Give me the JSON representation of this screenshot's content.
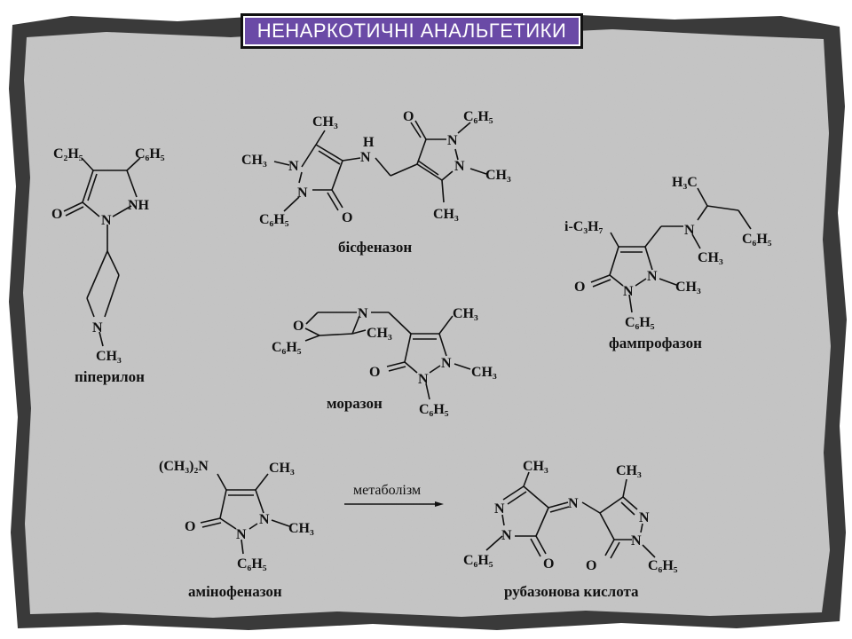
{
  "title": "НЕНАРКОТИЧНІ АНАЛЬГЕТИКИ",
  "colors": {
    "title_bg": "#6a4aa6",
    "paper": "#c6c6c6",
    "border": "#111111"
  },
  "compounds": {
    "piperylon": {
      "name": "піперилон",
      "labels": {
        "c2h5": "C₂H₅",
        "c6h5": "C₆H₅",
        "o": "O",
        "nh": "NH",
        "n1": "N",
        "n2": "N",
        "ch3": "CH₃"
      }
    },
    "bisfenazon": {
      "name": "бісфеназон",
      "labels": {
        "ch3_top": "CH₃",
        "ch3_left": "CH₃",
        "n_a": "N",
        "n_b": "N",
        "c6h5_left": "C₆H₅",
        "o_left": "O",
        "h": "H",
        "n_link": "N",
        "o_right": "O",
        "c6h5_right": "C₆H₅",
        "n_c": "N",
        "n_d": "N",
        "ch3_right": "CH₃",
        "ch3_bottom": "CH₃"
      }
    },
    "famprofazon": {
      "name": "фампрофазон",
      "labels": {
        "h3c": "H₃C",
        "n_amine": "N",
        "c6h5_side": "C₆H₅",
        "ch3_amine": "CH₃",
        "ic3h7": "i-C₃H₇",
        "o": "O",
        "n_a": "N",
        "n_b": "N",
        "ch3_ring": "CH₃",
        "c6h5_ring": "C₆H₅"
      }
    },
    "morazon": {
      "name": "моразон",
      "labels": {
        "o_ring": "O",
        "n_ring": "N",
        "ch3_morph": "CH₃",
        "c6h5_morph": "C₆H₅",
        "ch3_top": "CH₃",
        "n_a": "N",
        "n_b": "N",
        "ch3_right": "CH₃",
        "o": "O",
        "c6h5": "C₆H₅"
      }
    },
    "aminofenazon": {
      "name": "амінофеназон",
      "labels": {
        "nme2": "(CH₃)₂N",
        "ch3_top": "CH₃",
        "o": "O",
        "n_a": "N",
        "n_b": "N",
        "ch3_right": "CH₃",
        "c6h5": "C₆H₅"
      }
    },
    "rubazonic": {
      "name": "рубазонова кислота",
      "labels": {
        "ch3_left": "CH₃",
        "ch3_right": "CH₃",
        "n_left_a": "N",
        "n_left_b": "N",
        "n_bridge": "N",
        "n_right_a": "N",
        "n_right_b": "N",
        "c6h5_left": "C₆H₅",
        "o_left": "O",
        "o_right": "O",
        "c6h5_right": "C₆H₅"
      }
    }
  },
  "arrow": {
    "label": "метаболізм"
  }
}
